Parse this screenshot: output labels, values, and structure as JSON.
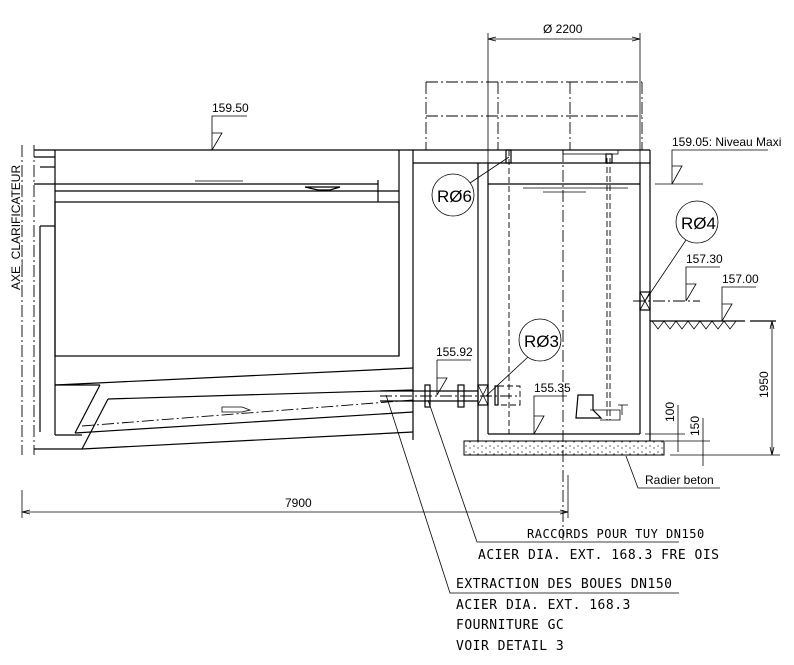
{
  "title": "Coupe clarificateur et poste de pompage",
  "dimensions": {
    "diameter": "Ø 2200",
    "length": "7900",
    "depth": "1950",
    "slab_100": "100",
    "slab_150": "150"
  },
  "levels": {
    "top_clarifier": "159.50",
    "max_level": "159.05: Niveau Maxi",
    "level_157_30": "157.30",
    "ground": "157.00",
    "pipe": "155.92",
    "floor": "155.35"
  },
  "references": {
    "r06": "RØ6",
    "r04": "RØ4",
    "r03": "RØ3"
  },
  "labels": {
    "axis": "AXE_CLARIFICATEUR",
    "slab": "Radier beton"
  },
  "notes": {
    "fittings_title": "RACCORDS POUR TUY DN150",
    "fittings_line1": "ACIER DIA. EXT. 168.3 FRE OIS",
    "sludge_title": "EXTRACTION DES BOUES DN150",
    "sludge_line1": "ACIER DIA. EXT. 168.3",
    "sludge_line2": "FOURNITURE GC",
    "sludge_line3": "VOIR DETAIL 3"
  }
}
